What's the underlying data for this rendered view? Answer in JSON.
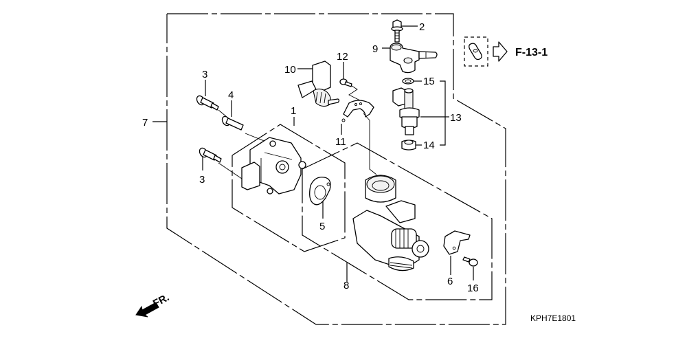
{
  "diagram": {
    "type": "exploded parts diagram",
    "subject": "Throttle body assembly",
    "figure_code": "KPH7E1801",
    "cross_reference": {
      "label": "F-13-1",
      "icon": "clip-part-icon",
      "arrow": "outline-right-arrow"
    },
    "direction_indicator": {
      "label": "FR.",
      "icon": "front-arrow-icon"
    },
    "callouts": [
      {
        "id": "1",
        "label": "1"
      },
      {
        "id": "2",
        "label": "2"
      },
      {
        "id": "3a",
        "label": "3"
      },
      {
        "id": "3b",
        "label": "3"
      },
      {
        "id": "4",
        "label": "4"
      },
      {
        "id": "5",
        "label": "5"
      },
      {
        "id": "6",
        "label": "6"
      },
      {
        "id": "7",
        "label": "7"
      },
      {
        "id": "8",
        "label": "8"
      },
      {
        "id": "9",
        "label": "9"
      },
      {
        "id": "10",
        "label": "10"
      },
      {
        "id": "11",
        "label": "11"
      },
      {
        "id": "12",
        "label": "12"
      },
      {
        "id": "13",
        "label": "13"
      },
      {
        "id": "14",
        "label": "14"
      },
      {
        "id": "15",
        "label": "15"
      },
      {
        "id": "16",
        "label": "16"
      }
    ]
  }
}
